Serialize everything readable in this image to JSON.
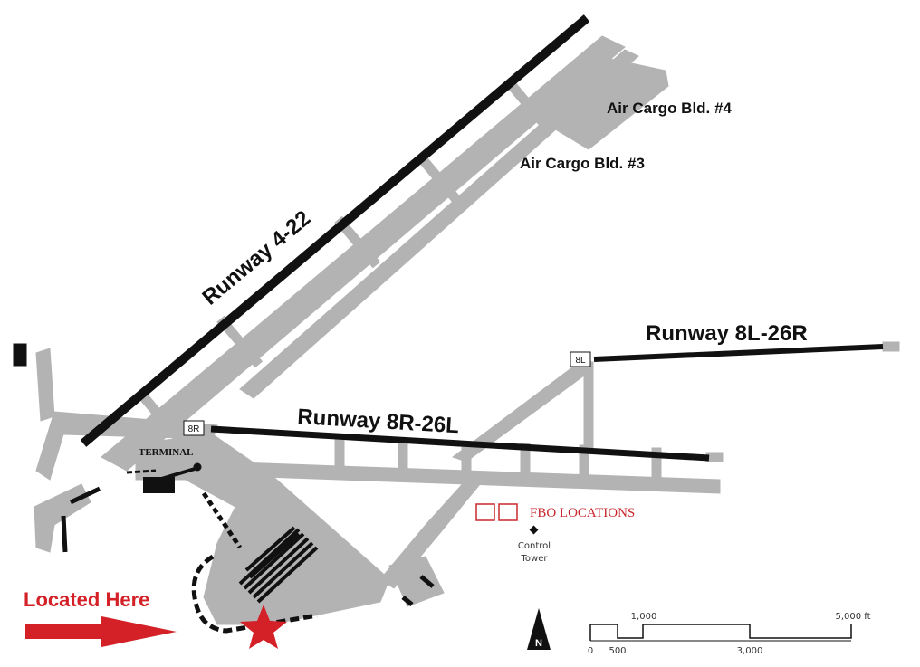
{
  "runways": {
    "rwy_4_22": "Runway 4-22",
    "rwy_8l_26r": "Runway 8L-26R",
    "rwy_8r_26l": "Runway 8R-26L",
    "end_8l": "8L",
    "end_8r": "8R"
  },
  "buildings": {
    "cargo4": "Air Cargo Bld. #4",
    "cargo3": "Air Cargo Bld. #3",
    "terminal": "TERMINAL"
  },
  "fbo": {
    "label": "FBO LOCATIONS"
  },
  "tower": {
    "line1": "Control",
    "line2": "Tower"
  },
  "marker": {
    "label": "Located Here"
  },
  "north": {
    "label": "N"
  },
  "scale": {
    "top_1000": "1,000",
    "top_5000": "5,000 ft",
    "bottom_0": "0",
    "bottom_500": "500",
    "bottom_3000": "3,000"
  },
  "colors": {
    "pavement": "#b3b3b3",
    "runway": "#111111",
    "accent_red": "#d42027",
    "fbo_red": "#c8282d"
  }
}
